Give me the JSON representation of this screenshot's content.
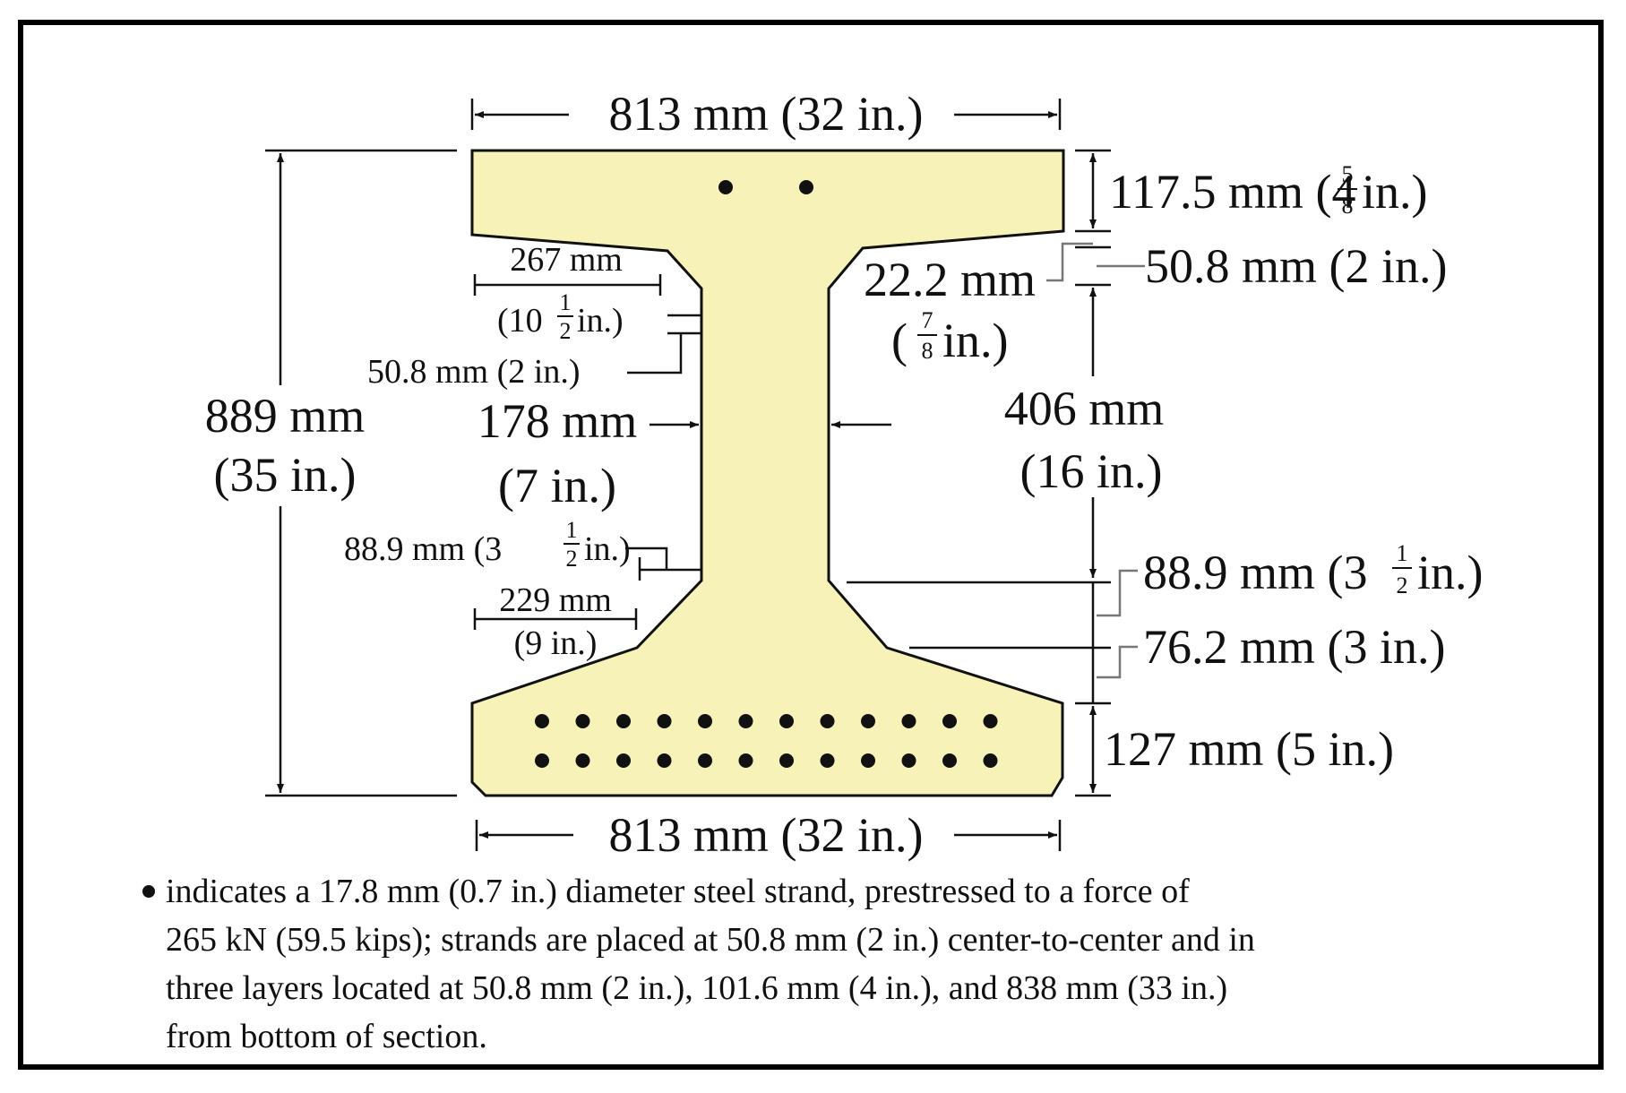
{
  "dimensions": {
    "top_width": "813 mm (32 in.)",
    "bottom_width": "813 mm (32 in.)",
    "top_flange_mm": "117.5 mm (4",
    "top_flange_frac_num": "5",
    "top_flange_frac_den": "8",
    "top_flange_unit": "in.)",
    "fillet_right_top": "50.8 mm (2 in.)",
    "chamfer_mm": "22.2 mm",
    "chamfer_frac_num": "7",
    "chamfer_frac_den": "8",
    "chamfer_unit": "in.)",
    "chamfer_open": "(",
    "web_height_mm": "406 mm",
    "web_height_in": "(16 in.)",
    "fillet_right_bottom_mm": "88.9 mm (3",
    "fillet_right_bottom_num": "1",
    "fillet_right_bottom_den": "2",
    "fillet_right_bottom_unit": "in.)",
    "bottom_taper": "76.2 mm (3 in.)",
    "bottom_flange": "127 mm (5 in.)",
    "total_height_mm": "889 mm",
    "total_height_in": "(35 in.)",
    "top_overhang_mm": "267 mm",
    "top_overhang_in_open": "(10",
    "top_overhang_num": "1",
    "top_overhang_den": "2",
    "top_overhang_unit": "in.)",
    "left_fillet_top": "50.8 mm (2 in.)",
    "web_width_mm": "178 mm",
    "web_width_in": "(7 in.)",
    "left_fillet_bottom_mm": "88.9 mm (3",
    "left_fillet_bottom_num": "1",
    "left_fillet_bottom_den": "2",
    "left_fillet_bottom_unit": "in.)",
    "bottom_overhang_mm": "229 mm",
    "bottom_overhang_in": "(9 in.)"
  },
  "strands": {
    "top_count": 2,
    "bottom_rows": 2,
    "bottom_per_row": 12
  },
  "colors": {
    "section_fill": "#f7f3b8",
    "line": "#111111",
    "leader": "#777777"
  },
  "note": {
    "line1": "indicates a 17.8 mm  (0.7 in.) diameter steel strand, prestressed to a force of",
    "line2": "265 kN (59.5 kips); strands are placed at 50.8 mm (2 in.) center-to-center and in",
    "line3": "three layers located at 50.8 mm (2 in.), 101.6 mm (4 in.), and 838 mm (33 in.)",
    "line4": "from bottom of section."
  }
}
